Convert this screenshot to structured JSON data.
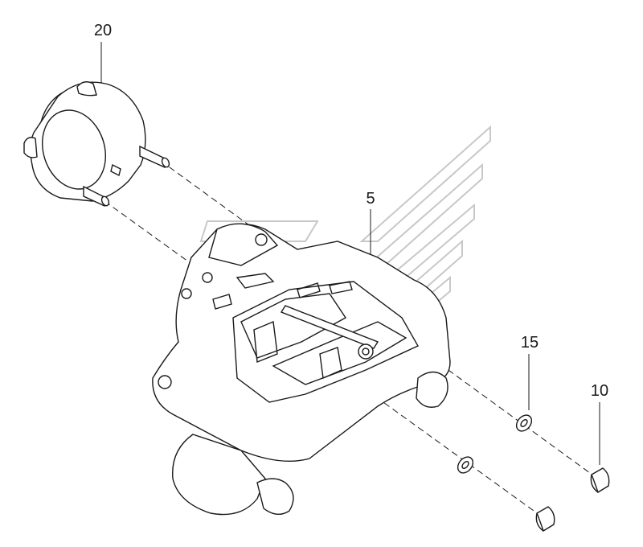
{
  "diagram": {
    "callouts": {
      "brake_chamber": "20",
      "caliper": "5",
      "washer": "15",
      "nut": "10"
    }
  },
  "colors": {
    "line": "#1a1a1a",
    "watermark": "#c8c8c8"
  }
}
